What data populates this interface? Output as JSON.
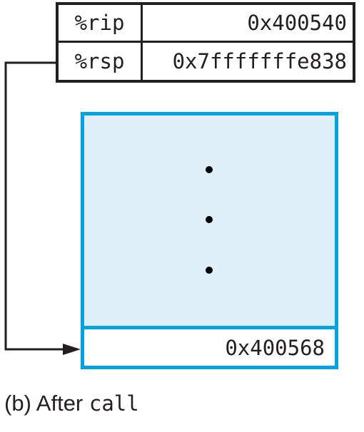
{
  "registers": [
    {
      "name": "%rip",
      "value": "0x400540"
    },
    {
      "name": "%rsp",
      "value": "0x7fffffffe838"
    }
  ],
  "stack": {
    "ellipsis": "continuation-dots",
    "slot_value": "0x400568",
    "fill_color": "#dff0fa",
    "border_color": "#00a3e0"
  },
  "caption": {
    "label": "(b) After",
    "code": "call"
  }
}
